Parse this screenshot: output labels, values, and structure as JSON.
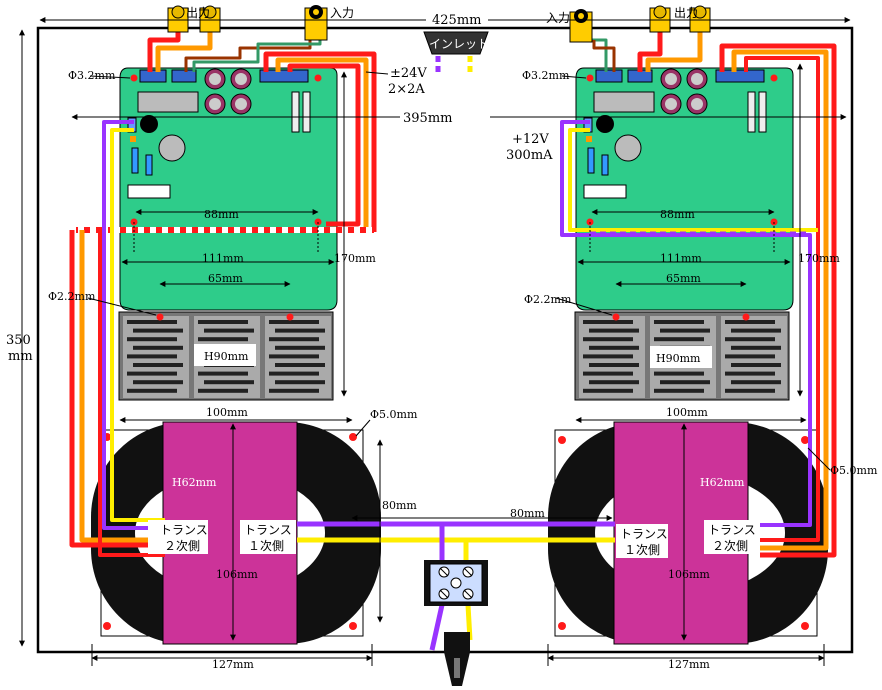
{
  "dimensions": {
    "width_outer": "425mm",
    "width_inner": "395mm",
    "height": "350",
    "height_unit": "mm",
    "board_depth": "170mm",
    "board_width": "111mm",
    "board_hole_spacing": "88mm",
    "heatsink_hole_spacing": "65mm",
    "heatsink_width": "100mm",
    "transformer_spacing": "80mm",
    "transformer_depth": "106mm",
    "transformer_width": "127mm"
  },
  "holes": {
    "board": "Φ3.2mm",
    "heatsink": "Φ2.2mm",
    "transformer": "Φ5.0mm"
  },
  "labels": {
    "output": "出力",
    "input": "入力",
    "inlet": "インレット",
    "supply_main_1": "±24V",
    "supply_main_2": "2×2A",
    "supply_aux_1": "+12V",
    "supply_aux_2": "300mA",
    "heatsink": "H90mm",
    "transformer_height": "H62mm",
    "trans_secondary_1": "トランス",
    "trans_secondary_2": "２次側",
    "trans_primary_1": "トランス",
    "trans_primary_2": "１次側"
  },
  "colors": {
    "pcb": "#2ecc8a",
    "core": "#cc3399",
    "wire_red": "#ff1a1a",
    "wire_orange": "#ff9900",
    "wire_yellow": "#ffee00",
    "wire_purple": "#9933ff",
    "wire_brown": "#993300",
    "wire_green": "#339966"
  }
}
